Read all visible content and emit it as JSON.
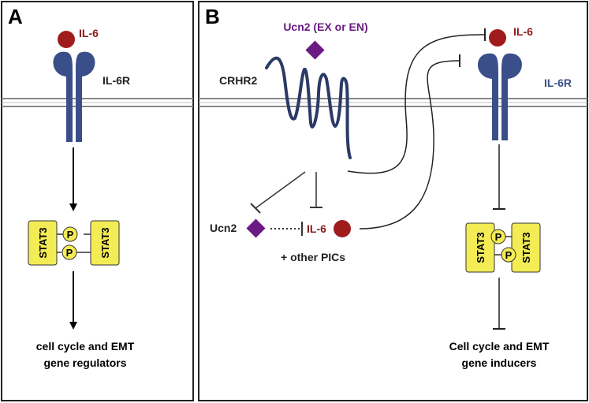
{
  "panel_a": {
    "letter": "A",
    "ligand": "IL-6",
    "receptor": "IL-6R",
    "stat_left": "STAT3",
    "stat_right": "STAT3",
    "phos_top": "P",
    "phos_bottom": "P",
    "output_line1": "cell cycle and EMT",
    "output_line2": "gene regulators"
  },
  "panel_b": {
    "letter": "B",
    "ucn2_label": "Ucn2 (EX or EN)",
    "crhr2_label": "CRHR2",
    "ligand": "IL-6",
    "receptor": "IL-6R",
    "ucn2_small": "Ucn2",
    "il6_small": "IL-6",
    "other_pics": "+ other PICs",
    "stat_left": "STAT3",
    "stat_right": "STAT3",
    "phos_top": "P",
    "phos_bottom": "P",
    "output_line1": "Cell cycle and EMT",
    "output_line2": "gene inducers"
  },
  "colors": {
    "receptor": "#3a4f8a",
    "il6": "#a01c1c",
    "ucn2": "#6a1a82",
    "stat": "#f3ec55",
    "membrane": "#999999"
  }
}
